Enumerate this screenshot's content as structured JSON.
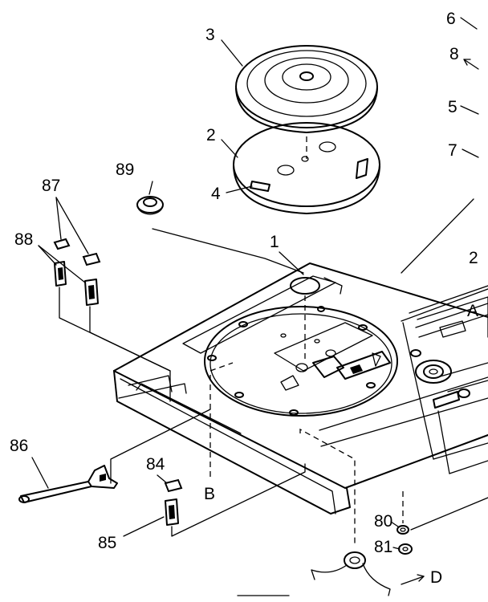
{
  "diagram": {
    "part_labels": {
      "l1": "1",
      "l2": "2",
      "l3": "3",
      "l4": "4",
      "l5": "5",
      "l6": "6",
      "l7": "7",
      "l8": "8",
      "l80": "80",
      "l81": "81",
      "l84": "84",
      "l85": "85",
      "l86": "86",
      "l87": "87",
      "l88": "88",
      "l89": "89"
    },
    "edge_labels": {
      "right_2": "2",
      "right_A": "A"
    },
    "connector_labels": {
      "B": "B",
      "D": "D"
    }
  }
}
